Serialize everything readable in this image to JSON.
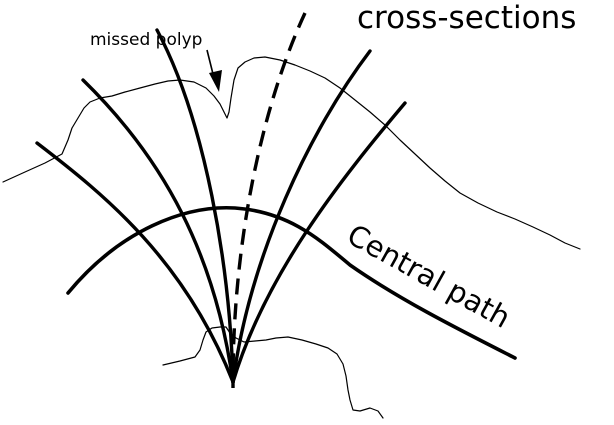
{
  "labels": {
    "title": "cross-sections",
    "polyp": "missed polyp",
    "central_path": "Central path"
  },
  "colors": {
    "background": "#ffffff",
    "ink": "#000000"
  }
}
